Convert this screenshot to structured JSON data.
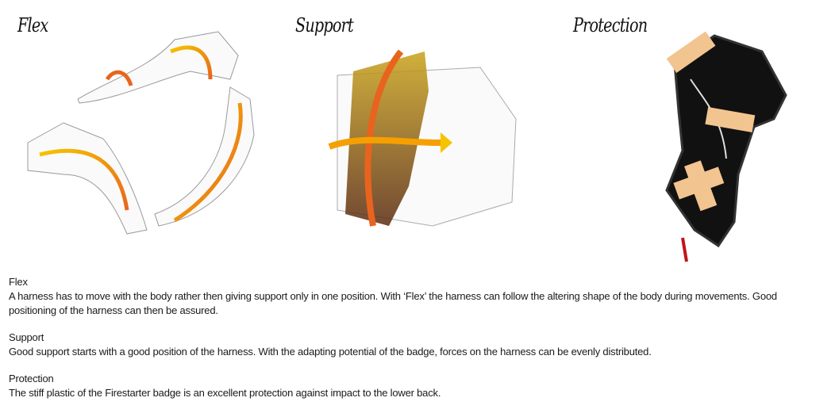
{
  "figures": [
    {
      "title": "Flex"
    },
    {
      "title": "Support"
    },
    {
      "title": "Protection"
    }
  ],
  "sections": [
    {
      "heading": "Flex",
      "body": "A harness has to move with the body rather then giving support only in one position. With ‘Flex’ the harness can follow the altering shape of the body during movements. Good positioning of the harness can then be assured."
    },
    {
      "heading": "Support",
      "body": "Good support starts with a good position of the harness. With the adapting potential of the badge, forces on the harness can be evenly distributed."
    },
    {
      "heading": "Protection",
      "body": "The stiff plastic of the Firestarter badge is an excellent protection against impact to the lower back."
    }
  ],
  "colors": {
    "arrow_yellow": "#f5c400",
    "arrow_orange": "#e8641e",
    "arrow_red": "#d7261e",
    "badge_dark": "#111111",
    "plaster": "#f2c48f"
  }
}
